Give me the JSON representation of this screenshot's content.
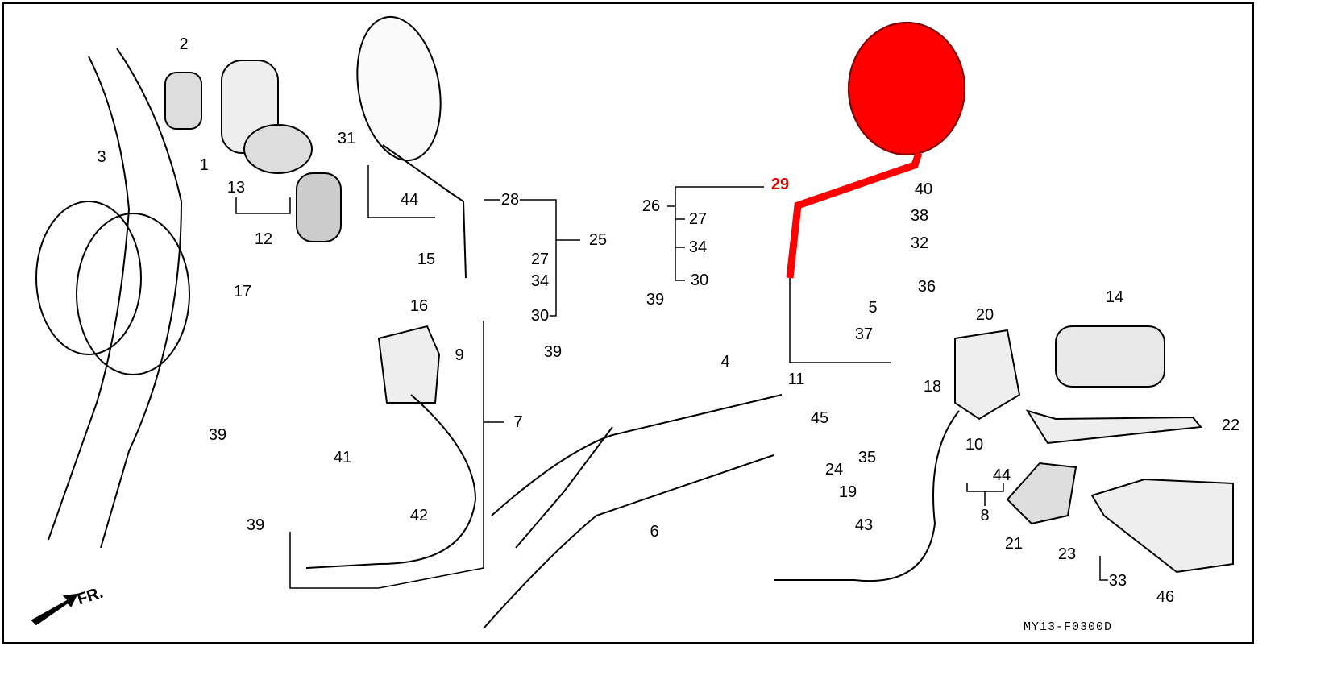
{
  "diagram": {
    "diagram_code": "MY13-F0300D",
    "direction_label": "FR.",
    "highlight_color": "#ff0000",
    "highlighted_part": "29",
    "part_labels": [
      "1",
      "2",
      "3",
      "4",
      "5",
      "6",
      "7",
      "8",
      "9",
      "10",
      "11",
      "12",
      "13",
      "14",
      "15",
      "16",
      "17",
      "18",
      "19",
      "20",
      "21",
      "22",
      "23",
      "24",
      "25",
      "26",
      "27",
      "28",
      "29",
      "30",
      "31",
      "32",
      "33",
      "34",
      "35",
      "36",
      "37",
      "38",
      "39",
      "40",
      "41",
      "42",
      "43",
      "44",
      "45",
      "46"
    ]
  }
}
